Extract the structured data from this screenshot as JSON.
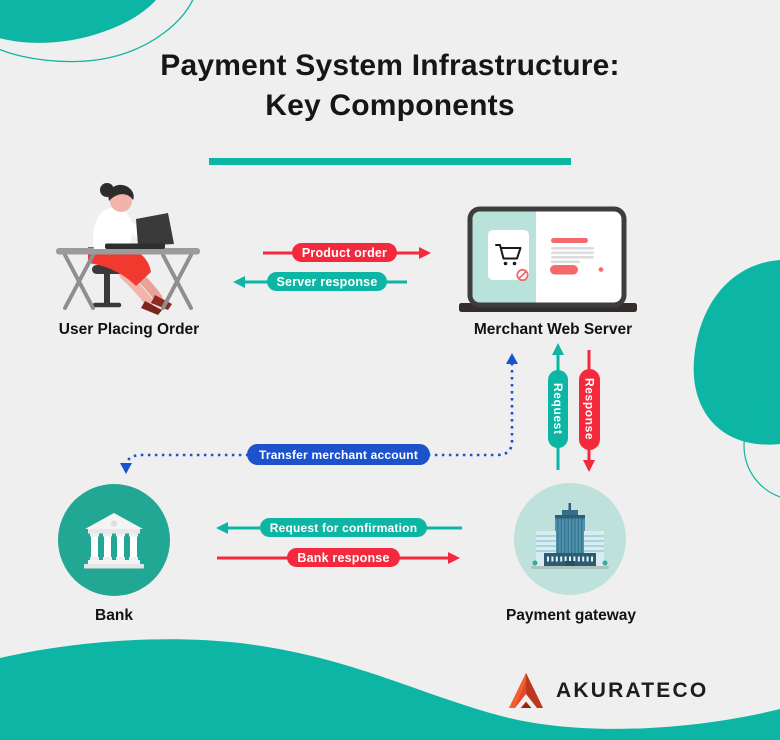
{
  "title": {
    "line1": "Payment System Infrastructure:",
    "line2": "Key Components"
  },
  "nodes": {
    "user": {
      "label": "User Placing Order"
    },
    "merchant": {
      "label": "Merchant Web Server"
    },
    "bank": {
      "label": "Bank"
    },
    "gateway": {
      "label": "Payment gateway"
    }
  },
  "arrows": {
    "product_order": {
      "label": "Product order",
      "color": "#F4293E",
      "direction": "right",
      "style": "solid"
    },
    "server_response": {
      "label": "Server response",
      "color": "#0CB5A4",
      "direction": "left",
      "style": "solid"
    },
    "request": {
      "label": "Request",
      "color": "#0CB5A4",
      "direction": "up",
      "style": "solid"
    },
    "response": {
      "label": "Response",
      "color": "#F4293E",
      "direction": "down",
      "style": "solid"
    },
    "transfer_merchant_account": {
      "label": "Transfer merchant account",
      "color": "#1C53CC",
      "direction": "to-bank-and-merchant",
      "style": "dotted"
    },
    "request_for_confirmation": {
      "label": "Request for confirmation",
      "color": "#0CB5A4",
      "direction": "left",
      "style": "solid"
    },
    "bank_response": {
      "label": "Bank response",
      "color": "#F4293E",
      "direction": "right",
      "style": "solid"
    }
  },
  "branding": {
    "company": "AKURATECO"
  },
  "colors": {
    "background": "#EEEFEE",
    "teal": "#0CB5A4",
    "red": "#F4293E",
    "blue": "#1C53CC",
    "salmon": "#F5696C",
    "bank_circle": "#23A795",
    "gateway_circle": "#BEE1DB"
  }
}
